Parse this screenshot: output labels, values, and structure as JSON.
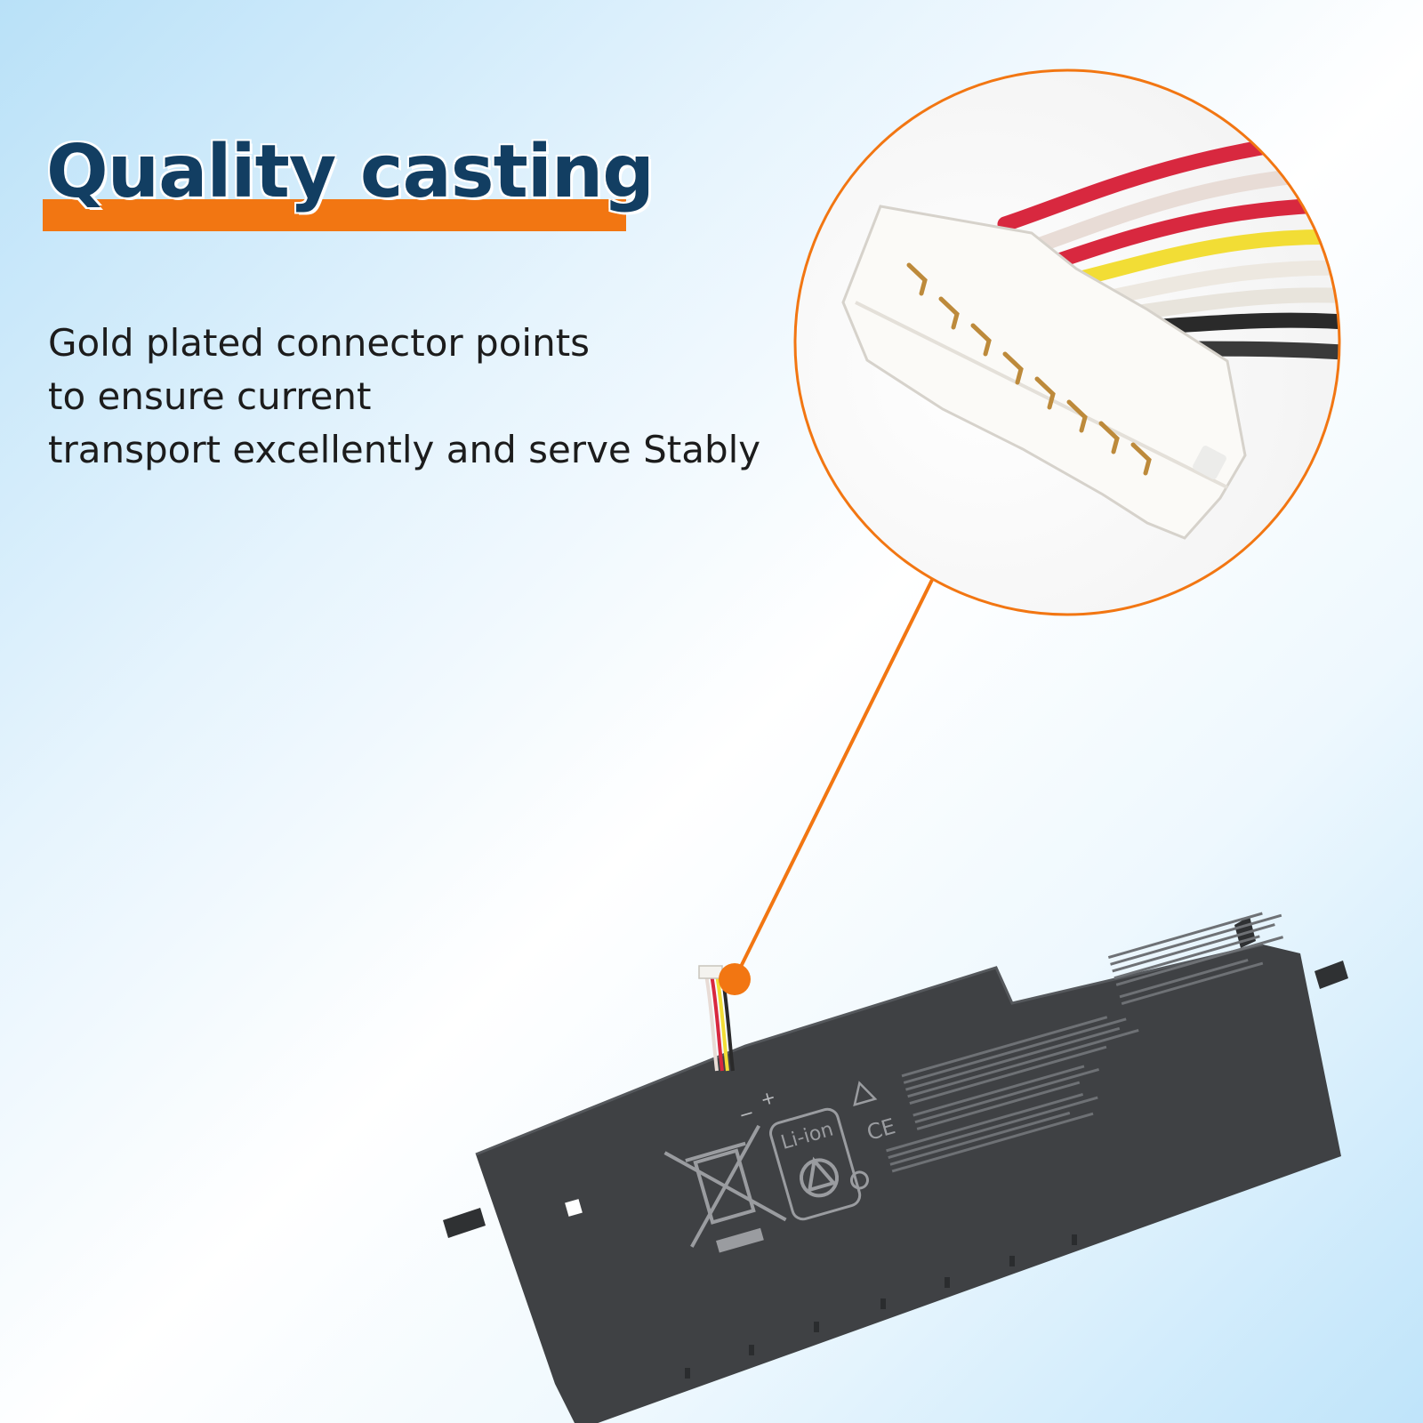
{
  "banner": {
    "title": "Quality casting",
    "description_lines": [
      "Gold plated connector points",
      "to ensure current",
      "transport excellently and serve Stably"
    ]
  },
  "battery_label": {
    "chemistry_text": "Li-ion",
    "ce_mark": "CE",
    "plus_terminal": "+",
    "minus_terminal": "−"
  },
  "colors": {
    "accent": "#f27612",
    "title_text": "#123e62",
    "body_text": "#1c1c1c",
    "battery_body": "#3f4144",
    "wire_colors": [
      "#d8283f",
      "#e8dcd6",
      "#d8283f",
      "#f2dd35",
      "#ede8e0",
      "#e8e4dc",
      "#2a2a2a",
      "#3a3a3a"
    ]
  },
  "icons": [
    "magnifier-callout",
    "connector-pins",
    "recycle-icon",
    "crossed-bin-icon",
    "warning-icon"
  ]
}
